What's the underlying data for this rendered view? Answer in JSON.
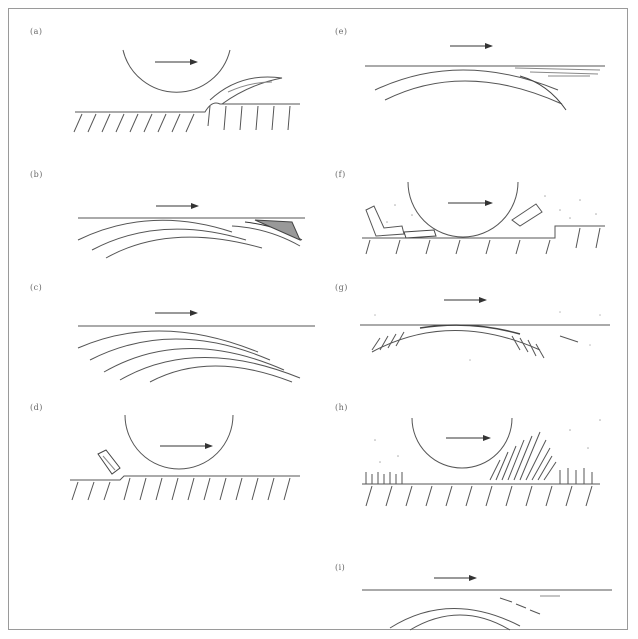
{
  "figure": {
    "panels": [
      {
        "id": "a",
        "label": "(a)"
      },
      {
        "id": "b",
        "label": "(b)"
      },
      {
        "id": "c",
        "label": "(c)"
      },
      {
        "id": "d",
        "label": "(d)"
      },
      {
        "id": "e",
        "label": "(e)"
      },
      {
        "id": "f",
        "label": "(f)"
      },
      {
        "id": "g",
        "label": "(g)"
      },
      {
        "id": "h",
        "label": "(h)"
      },
      {
        "id": "i",
        "label": "(i)"
      }
    ],
    "colors": {
      "ink": "#555555",
      "frame": "#9a9a9a",
      "dots": "#888888"
    }
  }
}
